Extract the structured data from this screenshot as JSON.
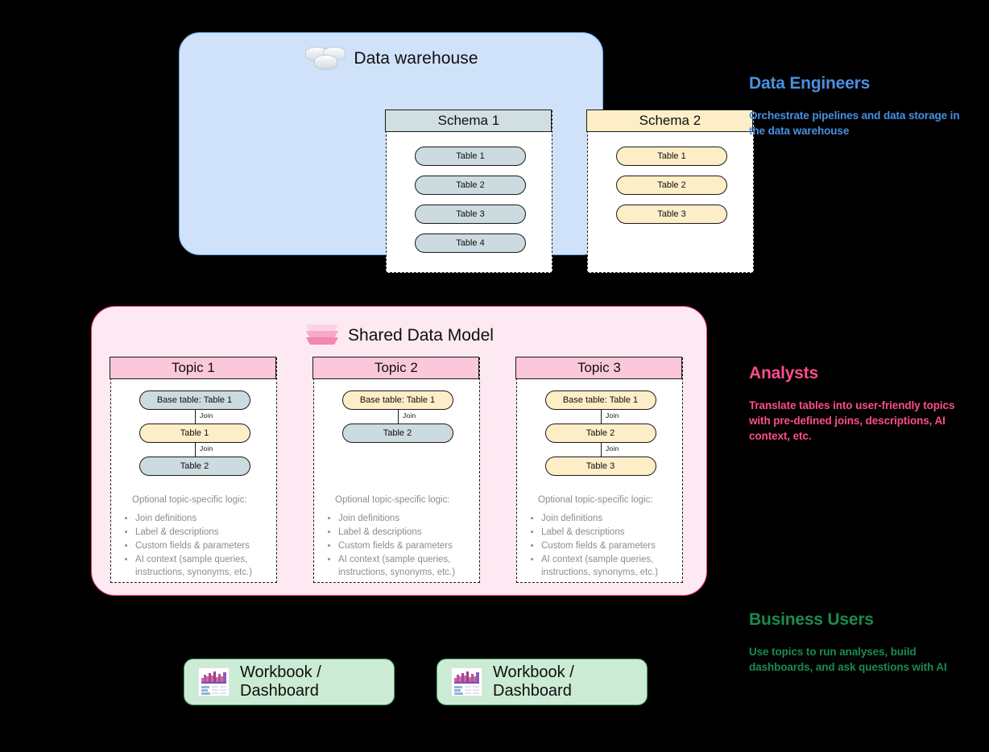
{
  "background_color": "#000000",
  "data_warehouse": {
    "title": "Data warehouse",
    "icon": "database-stack-icon",
    "fill_color": "#cfe2f9",
    "border_color": "#6aaaf0",
    "schemas": [
      {
        "name": "Schema 1",
        "header_color": "#d2dfe2",
        "pill_color": "#ccdbdf",
        "tables": [
          "Table 1",
          "Table 2",
          "Table 3",
          "Table 4"
        ]
      },
      {
        "name": "Schema 2",
        "header_color": "#fdeec7",
        "pill_color": "#fdeec7",
        "tables": [
          "Table 1",
          "Table 2",
          "Table 3"
        ]
      }
    ]
  },
  "shared_data_model": {
    "title": "Shared Data Model",
    "icon": "layers-stack-icon",
    "fill_color": "#fde9f1",
    "border_color": "#f5388a",
    "header_color": "#fbc7da",
    "logic_heading": "Optional topic-specific logic:",
    "logic_items": [
      "Join definitions",
      "Label & descriptions",
      "Custom fields & parameters",
      "AI context (sample queries, instructions, synonyms, etc.)"
    ],
    "join_label": "Join",
    "topics": [
      {
        "name": "Topic 1",
        "nodes": [
          {
            "label": "Base table: Table 1",
            "color": "blue"
          },
          {
            "label": "Table 1",
            "color": "yellow"
          },
          {
            "label": "Table 2",
            "color": "blue"
          }
        ]
      },
      {
        "name": "Topic 2",
        "nodes": [
          {
            "label": "Base table: Table 1",
            "color": "yellow"
          },
          {
            "label": "Table 2",
            "color": "blue"
          }
        ]
      },
      {
        "name": "Topic 3",
        "nodes": [
          {
            "label": "Base table: Table 1",
            "color": "yellow"
          },
          {
            "label": "Table 2",
            "color": "yellow"
          },
          {
            "label": "Table 3",
            "color": "yellow"
          }
        ]
      }
    ]
  },
  "workbooks": {
    "fill_color": "#ccebd4",
    "border_color": "#4aa868",
    "icon": "dashboard-thumbnail-icon",
    "items": [
      {
        "label": "Workbook / Dashboard"
      },
      {
        "label": "Workbook / Dashboard"
      }
    ]
  },
  "personas": [
    {
      "id": "engineers",
      "title": "Data Engineers",
      "description": "Orchestrate pipelines and data storage in the data warehouse",
      "color": "#4a90e2"
    },
    {
      "id": "analysts",
      "title": "Analysts",
      "description": "Translate tables into user-friendly topics with pre-defined joins, descriptions, AI context, etc.",
      "color": "#fb4d8d"
    },
    {
      "id": "business",
      "title": "Business Users",
      "description": "Use topics to run analyses, build dashboards, and ask questions with AI",
      "color": "#1d8a4e"
    }
  ]
}
